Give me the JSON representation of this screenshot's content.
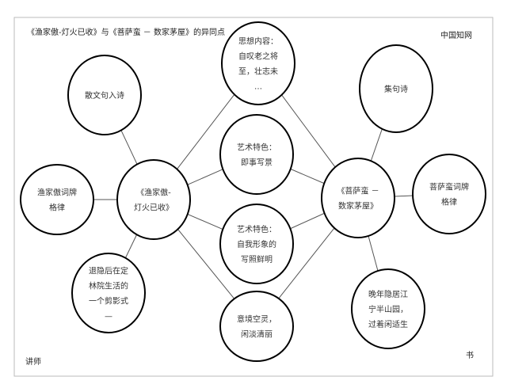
{
  "title": "《渔家傲-灯火已收》与《菩萨蛮 － 数家茅屋》的异同点",
  "brand": "中国知网",
  "footer_left": "讲师",
  "footer_right": "书",
  "nodes": [
    {
      "id": "sanwen",
      "lines": [
        "散文句入诗"
      ]
    },
    {
      "id": "yjacige",
      "lines": [
        "渔家傲词牌",
        "格律"
      ]
    },
    {
      "id": "yja",
      "lines": [
        "《渔家傲-",
        "灯火已收》"
      ]
    },
    {
      "id": "tuiyin",
      "lines": [
        "退隐后在定",
        "林院生活的",
        "一个剪影式",
        "—"
      ]
    },
    {
      "id": "sixiang",
      "lines": [
        "思想内容：",
        "自叹老之将",
        "至，壮志未",
        "…"
      ]
    },
    {
      "id": "yishu1",
      "lines": [
        "艺术特色：",
        "即事写景"
      ]
    },
    {
      "id": "yishu2",
      "lines": [
        "艺术特色：",
        "自我形象的",
        "写照鲜明"
      ]
    },
    {
      "id": "yijing",
      "lines": [
        "意境空灵，",
        "闲淡清丽"
      ]
    },
    {
      "id": "psm",
      "lines": [
        "《菩萨蛮 －",
        "数家茅屋》"
      ]
    },
    {
      "id": "jijushi",
      "lines": [
        "集句诗"
      ]
    },
    {
      "id": "psmcige",
      "lines": [
        "菩萨蛮词牌",
        "格律"
      ]
    },
    {
      "id": "wannian",
      "lines": [
        "晚年隐居江",
        "宁半山园，",
        "过着闲适生"
      ]
    }
  ],
  "edges": [
    [
      "yja",
      "sanwen"
    ],
    [
      "yja",
      "yjacige"
    ],
    [
      "yja",
      "tuiyin"
    ],
    [
      "yja",
      "sixiang"
    ],
    [
      "yja",
      "yishu1"
    ],
    [
      "yja",
      "yishu2"
    ],
    [
      "yja",
      "yijing"
    ],
    [
      "psm",
      "sixiang"
    ],
    [
      "psm",
      "yishu1"
    ],
    [
      "psm",
      "yishu2"
    ],
    [
      "psm",
      "yijing"
    ],
    [
      "psm",
      "jijushi"
    ],
    [
      "psm",
      "psmcige"
    ],
    [
      "psm",
      "wannian"
    ]
  ]
}
